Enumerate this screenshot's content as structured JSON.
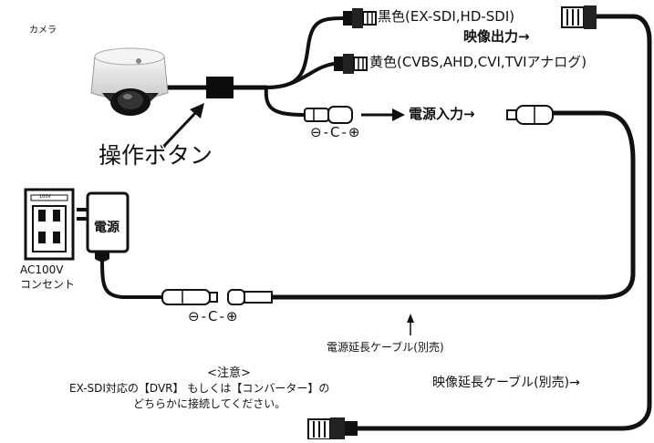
{
  "labels": {
    "camera": "カメラ",
    "black_output": "黒色(EX-SDI,HD-SDI)",
    "video_output": "映像出力→",
    "yellow_output": "黄色(CVBS,AHD,CVI,TVIアナログ)",
    "power_input": "電源入力→",
    "operation_button": "操作ボタン",
    "outlet_voltage": "100V",
    "adapter": "電源",
    "outlet_line1": "AC100V",
    "outlet_line2": "コンセント",
    "up_arrow": "↑",
    "power_extension": "電源延長ケーブル(別売)",
    "video_extension": "映像延長ケーブル(別売)→"
  },
  "note": {
    "title": "<注意>",
    "line1": "EX-SDI対応の【DVR】 もしくは【コンバーター】の",
    "line2": "どちらかに接続してください。"
  },
  "polarity_symbols": [
    "⊖",
    "C",
    "⊕"
  ],
  "colors": {
    "cable": "#111111",
    "camera_body": "#e9e9e9",
    "camera_dome": "#222222"
  }
}
